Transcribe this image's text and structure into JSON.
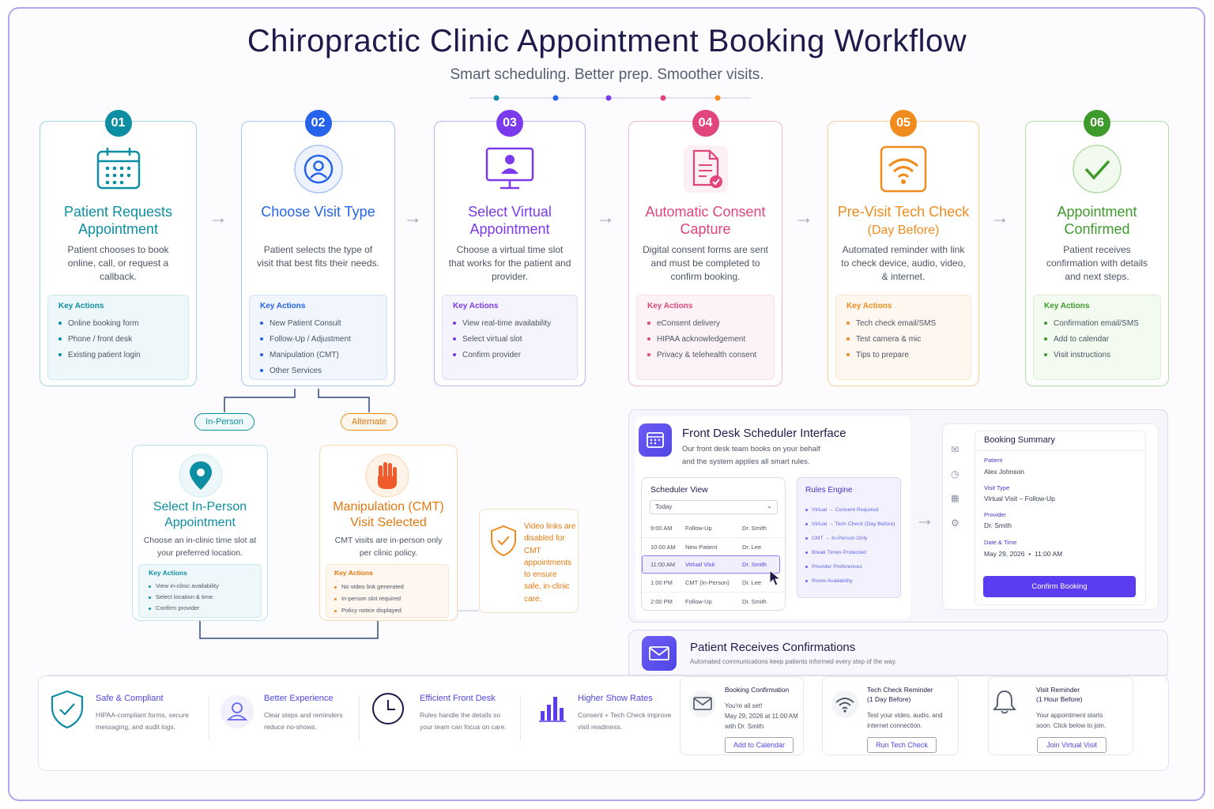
{
  "title": "Chiropractic Clinic Appointment Booking Workflow",
  "subtitle": "Smart scheduling. Better prep. Smoother visits.",
  "colors": {
    "teal": "#0e8ea3",
    "blue": "#2563eb",
    "purple": "#7c3aed",
    "pink": "#e0457b",
    "orange": "#f08c1e",
    "green": "#3f9a2c",
    "indigo": "#5b3cf0"
  },
  "steps": [
    {
      "num": "01",
      "title": "Patient Requests Appointment",
      "desc": "Patient chooses to book online, call, or request a callback.",
      "key_label": "Key Actions",
      "items": [
        "Online booking form",
        "Phone / front desk",
        "Existing patient login"
      ],
      "icon": "calendar-icon"
    },
    {
      "num": "02",
      "title": "Choose Visit Type",
      "desc": "Patient selects the type of visit that best fits their needs.",
      "key_label": "Key Actions",
      "items": [
        "New Patient Consult",
        "Follow-Up / Adjustment",
        "Manipulation (CMT)",
        "Other Services"
      ],
      "icon": "user-icon"
    },
    {
      "num": "03",
      "title": "Select Virtual Appointment",
      "desc": "Choose a virtual time slot that works for the patient and provider.",
      "key_label": "Key Actions",
      "items": [
        "View real-time availability",
        "Select virtual slot",
        "Confirm provider"
      ],
      "icon": "monitor-icon"
    },
    {
      "num": "04",
      "title": "Automatic Consent Capture",
      "desc": "Digital consent forms are sent and must be completed to confirm booking.",
      "key_label": "Key Actions",
      "items": [
        "eConsent delivery",
        "HIPAA acknowledgement",
        "Privacy & telehealth consent"
      ],
      "icon": "document-icon"
    },
    {
      "num": "05",
      "title_main": "Pre-Visit Tech Check",
      "title_suffix": "(Day Before)",
      "desc": "Automated reminder with link to check device, audio, video, & internet.",
      "key_label": "Key Actions",
      "items": [
        "Tech check email/SMS",
        "Test camera & mic",
        "Tips to prepare"
      ],
      "icon": "wifi-icon"
    },
    {
      "num": "06",
      "title": "Appointment Confirmed",
      "desc": "Patient receives confirmation with details and next steps.",
      "key_label": "Key Actions",
      "items": [
        "Confirmation email/SMS",
        "Add to calendar",
        "Visit instructions"
      ],
      "icon": "check-icon"
    }
  ],
  "branches": {
    "in_person_label": "In-Person",
    "alternate_label": "Alternate"
  },
  "in_person": {
    "title": "Select In-Person Appointment",
    "desc": "Choose an in-clinic time slot at your preferred location.",
    "key_label": "Key Actions",
    "items": [
      "View in-clinic availability",
      "Select location & time",
      "Confirm provider"
    ]
  },
  "cmt": {
    "title": "Manipulation (CMT) Visit Selected",
    "desc": "CMT visits are in-person only per clinic policy.",
    "key_label": "Key Actions",
    "items": [
      "No video link generated",
      "In-person slot required",
      "Policy notice displayed"
    ]
  },
  "cmt_note": "Video links are disabled for CMT appointments to ensure safe, in-clinic care.",
  "scheduler": {
    "title": "Front Desk Scheduler Interface",
    "desc1": "Our front desk team books on your behalf",
    "desc2": "and the system applies all smart rules.",
    "view_label": "Scheduler View",
    "select_value": "Today",
    "rows": [
      [
        "9:00 AM",
        "Follow-Up",
        "Dr. Smith"
      ],
      [
        "10:00 AM",
        "New Patient",
        "Dr. Lee"
      ],
      [
        "11:00 AM",
        "Virtual Visit",
        "Dr. Smith"
      ],
      [
        "1:00 PM",
        "CMT (In-Person)",
        "Dr. Lee"
      ],
      [
        "2:00 PM",
        "Follow-Up",
        "Dr. Smith"
      ]
    ],
    "rules_label": "Rules Engine",
    "rules": [
      "Virtual → Consent Required",
      "Virtual → Tech Check (Day Before)",
      "CMT → In-Person Only",
      "Break Times Protected",
      "Provider Preferences",
      "Room Availability"
    ]
  },
  "booking": {
    "title": "Booking Summary",
    "patient_label": "Patient",
    "patient": "Alex Johnson",
    "visit_label": "Visit Type",
    "visit": "Virtual Visit – Follow-Up",
    "provider_label": "Provider",
    "provider": "Dr. Smith",
    "dt_label": "Date & Time",
    "date": "May 29, 2026",
    "sep": "•",
    "time": "11:00 AM",
    "button": "Confirm Booking"
  },
  "confirmations": {
    "title": "Patient Receives Confirmations",
    "desc": "Automated communications keep patients informed every step of the way.",
    "cards": [
      {
        "title": "Booking Confirmation",
        "lines": [
          "You're all set!",
          "May 29, 2026 at 11:00 AM",
          "with Dr. Smith"
        ],
        "button": "Add to Calendar",
        "icon": "mail-icon"
      },
      {
        "title": "Tech Check Reminder",
        "title2": "(1 Day Before)",
        "lines": [
          "Test your video, audio, and",
          "internet connection."
        ],
        "button": "Run Tech Check",
        "icon": "wifi-icon"
      },
      {
        "title": "Visit Reminder",
        "title2": "(1 Hour Before)",
        "lines": [
          "Your appointment starts",
          "soon. Click below to join."
        ],
        "button": "Join Virtual Visit",
        "icon": "bell-icon"
      }
    ]
  },
  "benefits": [
    {
      "title": "Safe & Compliant",
      "lines": [
        "HIPAA-compliant forms, secure",
        "messaging, and audit logs."
      ],
      "icon": "shield-check-icon"
    },
    {
      "title": "Better Experience",
      "lines": [
        "Clear steps and reminders",
        "reduce no-shows."
      ],
      "icon": "person-icon"
    },
    {
      "title": "Efficient Front Desk",
      "lines": [
        "Rules handle the details so",
        "your team can focus on care."
      ],
      "icon": "clock-icon"
    },
    {
      "title": "Higher Show Rates",
      "lines": [
        "Consent + Tech Check improve",
        "visit readiness."
      ],
      "icon": "bar-chart-icon"
    }
  ]
}
